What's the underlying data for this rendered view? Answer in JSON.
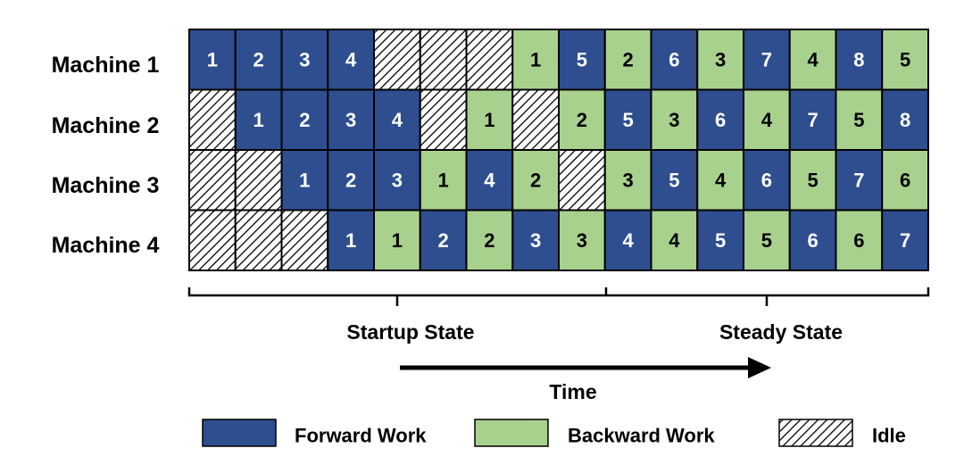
{
  "machines": [
    {
      "label": "Machine 1",
      "cells": [
        {
          "t": "F",
          "n": "1"
        },
        {
          "t": "F",
          "n": "2"
        },
        {
          "t": "F",
          "n": "3"
        },
        {
          "t": "F",
          "n": "4"
        },
        {
          "t": "I",
          "n": ""
        },
        {
          "t": "I",
          "n": ""
        },
        {
          "t": "I",
          "n": ""
        },
        {
          "t": "B",
          "n": "1"
        },
        {
          "t": "F",
          "n": "5"
        },
        {
          "t": "B",
          "n": "2"
        },
        {
          "t": "F",
          "n": "6"
        },
        {
          "t": "B",
          "n": "3"
        },
        {
          "t": "F",
          "n": "7"
        },
        {
          "t": "B",
          "n": "4"
        },
        {
          "t": "F",
          "n": "8"
        },
        {
          "t": "B",
          "n": "5"
        }
      ]
    },
    {
      "label": "Machine 2",
      "cells": [
        {
          "t": "I",
          "n": ""
        },
        {
          "t": "F",
          "n": "1"
        },
        {
          "t": "F",
          "n": "2"
        },
        {
          "t": "F",
          "n": "3"
        },
        {
          "t": "F",
          "n": "4"
        },
        {
          "t": "I",
          "n": ""
        },
        {
          "t": "B",
          "n": "1"
        },
        {
          "t": "I",
          "n": ""
        },
        {
          "t": "B",
          "n": "2"
        },
        {
          "t": "F",
          "n": "5"
        },
        {
          "t": "B",
          "n": "3"
        },
        {
          "t": "F",
          "n": "6"
        },
        {
          "t": "B",
          "n": "4"
        },
        {
          "t": "F",
          "n": "7"
        },
        {
          "t": "B",
          "n": "5"
        },
        {
          "t": "F",
          "n": "8"
        }
      ]
    },
    {
      "label": "Machine 3",
      "cells": [
        {
          "t": "I",
          "n": ""
        },
        {
          "t": "I",
          "n": ""
        },
        {
          "t": "F",
          "n": "1"
        },
        {
          "t": "F",
          "n": "2"
        },
        {
          "t": "F",
          "n": "3"
        },
        {
          "t": "B",
          "n": "1"
        },
        {
          "t": "F",
          "n": "4"
        },
        {
          "t": "B",
          "n": "2"
        },
        {
          "t": "I",
          "n": ""
        },
        {
          "t": "B",
          "n": "3"
        },
        {
          "t": "F",
          "n": "5"
        },
        {
          "t": "B",
          "n": "4"
        },
        {
          "t": "F",
          "n": "6"
        },
        {
          "t": "B",
          "n": "5"
        },
        {
          "t": "F",
          "n": "7"
        },
        {
          "t": "B",
          "n": "6"
        }
      ]
    },
    {
      "label": "Machine 4",
      "cells": [
        {
          "t": "I",
          "n": ""
        },
        {
          "t": "I",
          "n": ""
        },
        {
          "t": "I",
          "n": ""
        },
        {
          "t": "F",
          "n": "1"
        },
        {
          "t": "B",
          "n": "1"
        },
        {
          "t": "F",
          "n": "2"
        },
        {
          "t": "B",
          "n": "2"
        },
        {
          "t": "F",
          "n": "3"
        },
        {
          "t": "B",
          "n": "3"
        },
        {
          "t": "F",
          "n": "4"
        },
        {
          "t": "B",
          "n": "4"
        },
        {
          "t": "F",
          "n": "5"
        },
        {
          "t": "B",
          "n": "5"
        },
        {
          "t": "F",
          "n": "6"
        },
        {
          "t": "B",
          "n": "6"
        },
        {
          "t": "F",
          "n": "7"
        }
      ]
    }
  ],
  "phases": {
    "startup": "Startup State",
    "steady": "Steady State"
  },
  "time_label": "Time",
  "legend": {
    "forward": "Forward Work",
    "backward": "Backward Work",
    "idle": "Idle"
  },
  "colors": {
    "forward": "#2e4e8f",
    "backward": "#a9d18e",
    "idle_bg": "#ffffff",
    "idle_hatch": "#000000",
    "forward_text": "#ffffff",
    "backward_text": "#000000"
  }
}
